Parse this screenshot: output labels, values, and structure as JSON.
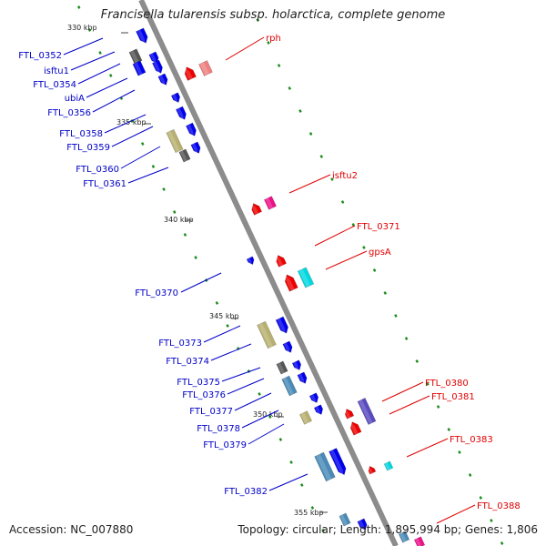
{
  "title": "Francisella tularensis subsp. holarctica, complete genome",
  "footer": {
    "accession": "Accession: NC_007880",
    "stats": "Topology: circular; Length: 1,895,994 bp; Genes: 1,806"
  },
  "colors": {
    "forward_label": "#0000c8",
    "reverse_label": "#e00000",
    "backbone": "#8c8c8c",
    "gc_marker": "#1a8c1a"
  },
  "ticks": [
    "330 kbp",
    "335 kbp",
    "340 kbp",
    "345 kbp",
    "350 kbp",
    "355 kbp"
  ],
  "forward_labels": [
    "FTL_0352",
    "isftu1",
    "FTL_0354",
    "ubiA",
    "FTL_0356",
    "FTL_0358",
    "FTL_0359",
    "FTL_0360",
    "FTL_0361",
    "FTL_0370",
    "FTL_0373",
    "FTL_0374",
    "FTL_0375",
    "FTL_0376",
    "FTL_0377",
    "FTL_0378",
    "FTL_0379",
    "FTL_0382"
  ],
  "reverse_labels": [
    "rph",
    "isftu2",
    "FTL_0371",
    "gpsA",
    "FTL_0380",
    "FTL_0381",
    "FTL_0383",
    "FTL_0388"
  ]
}
